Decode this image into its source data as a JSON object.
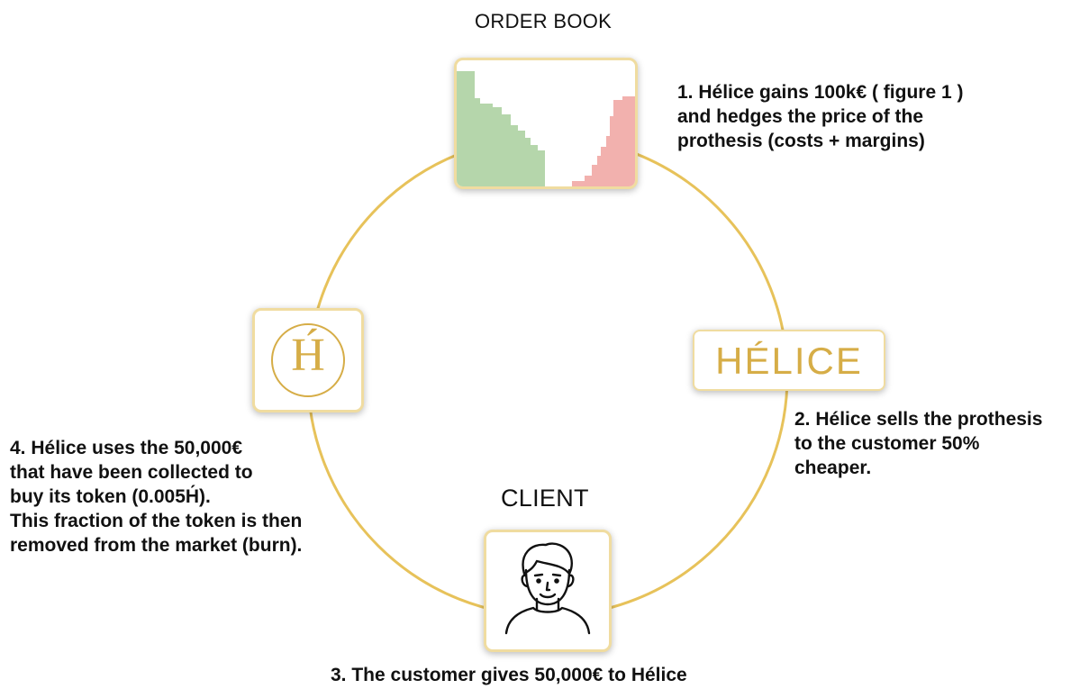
{
  "labels": {
    "order_book": "ORDER BOOK",
    "client": "CLIENT"
  },
  "logo": {
    "wordmark": "HÉLICE",
    "monogram": "H́"
  },
  "steps": {
    "step1": "1. Hélice gains 100k€ ( figure 1 )\n and hedges the price of the\nprothesis (costs + margins)",
    "step2": "2. Hélice sells the prothesis\nto the customer 50%\ncheaper.",
    "step3": "3. The customer gives 50,000€ to Hélice",
    "step4": "4. Hélice uses the 50,000€\nthat have been collected to\nbuy its token (0.005H́).\nThis fraction of the token is then\nremoved from the market (burn)."
  },
  "colors": {
    "ring": "#e7c25a",
    "gold": "#d6ad47",
    "bid_green": "#b5d6ab",
    "ask_red": "#f2b1ae",
    "card_border": "#f0dca0"
  },
  "icons": {
    "order_book": "depth-chart-icon",
    "token": "h-token-icon",
    "client": "person-avatar-icon"
  }
}
